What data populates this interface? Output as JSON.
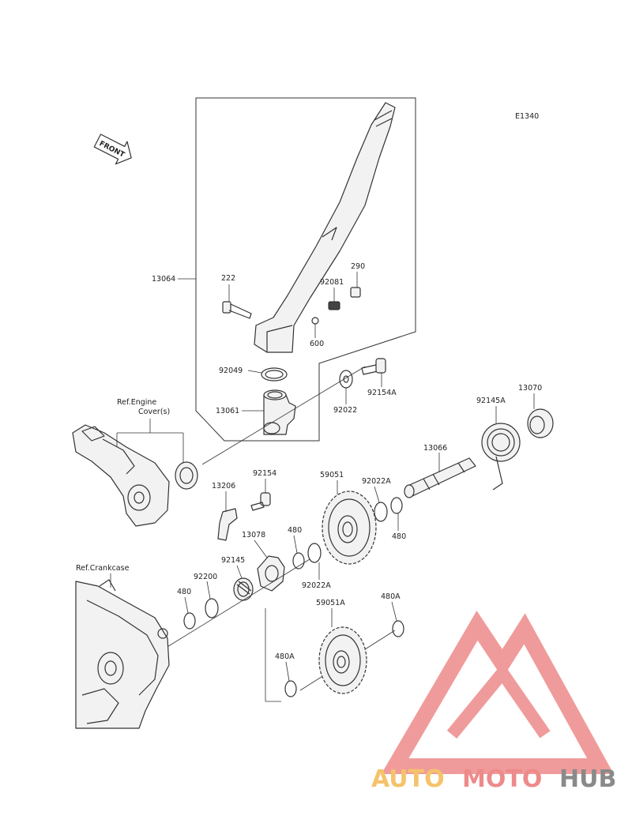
{
  "diagram_code": "E1340",
  "front_label": "FRONT",
  "ref_labels": {
    "engine_cover_1": "Ref.Engine",
    "engine_cover_2": "Cover(s)",
    "crankcase": "Ref.Crankcase"
  },
  "parts": {
    "p13064": "13064",
    "p222": "222",
    "p290": "290",
    "p92081": "92081",
    "p600": "600",
    "p92049": "92049",
    "p13061": "13061",
    "p92022": "92022",
    "p92154A": "92154A",
    "p92145A": "92145A",
    "p13070": "13070",
    "p13066": "13066",
    "p59051": "59051",
    "p92022A_top": "92022A",
    "p480_right": "480",
    "p92154": "92154",
    "p13206": "13206",
    "p480_mid": "480",
    "p13078": "13078",
    "p92145": "92145",
    "p92022A_bottom": "92022A",
    "p92200": "92200",
    "p480_left": "480",
    "p59051A": "59051A",
    "p480A_right": "480A",
    "p480A_left": "480A"
  },
  "watermark": {
    "part1": "AUTO",
    "part2": "MOTO",
    "part3": "HUB",
    "color_light": "#f5c36b",
    "color_red": "#ee8a8a",
    "color_gray": "#8a8a8a"
  }
}
